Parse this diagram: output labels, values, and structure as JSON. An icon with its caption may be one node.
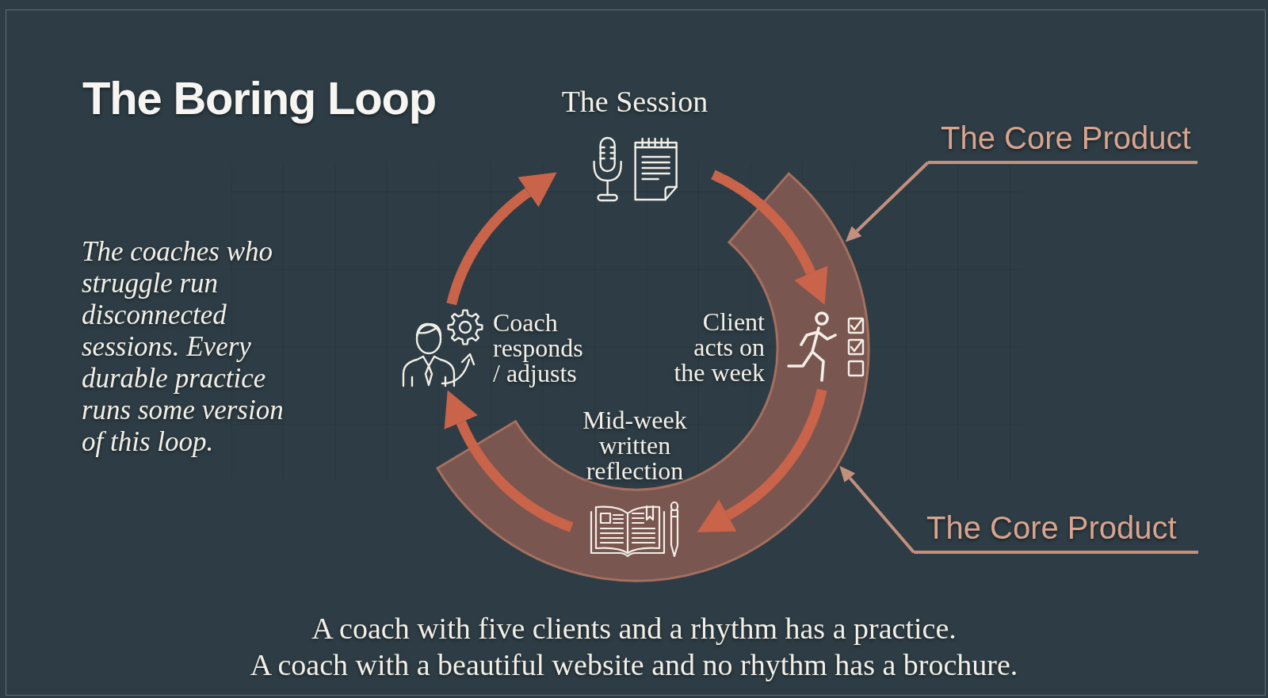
{
  "diagram": {
    "title": "The Boring Loop",
    "caption": "A coach with five clients and a rhythm has a practice. A coach with a beautiful website and no rhythm has a brochure.",
    "nodes": [
      {
        "text": [
          "The Session"
        ]
      },
      {
        "text": [
          "Client acts on the week"
        ]
      },
      {
        "text": [
          "Mid-week written reflection"
        ]
      },
      {
        "text": [
          "Coach responds / adjusts"
        ]
      },
      {
        "text": [
          "The Core Product"
        ]
      },
      {
        "text": [
          "The Core Product"
        ]
      }
    ],
    "edges": [
      {
        "from": 0,
        "to": 1,
        "arrow": "to"
      },
      {
        "from": 1,
        "to": 2,
        "arrow": "to"
      },
      {
        "from": 2,
        "to": 3,
        "arrow": "to"
      },
      {
        "from": 3,
        "to": 0,
        "arrow": "to"
      },
      {
        "from": 4,
        "to": null,
        "arrow": "to",
        "color": "#c4907e"
      },
      {
        "from": 5,
        "to": null,
        "arrow": "to",
        "color": "#c4907e"
      }
    ],
    "labels": [
      "The coaches who struggle run disconnected sessions. Every durable practice runs some version of this loop."
    ]
  }
}
